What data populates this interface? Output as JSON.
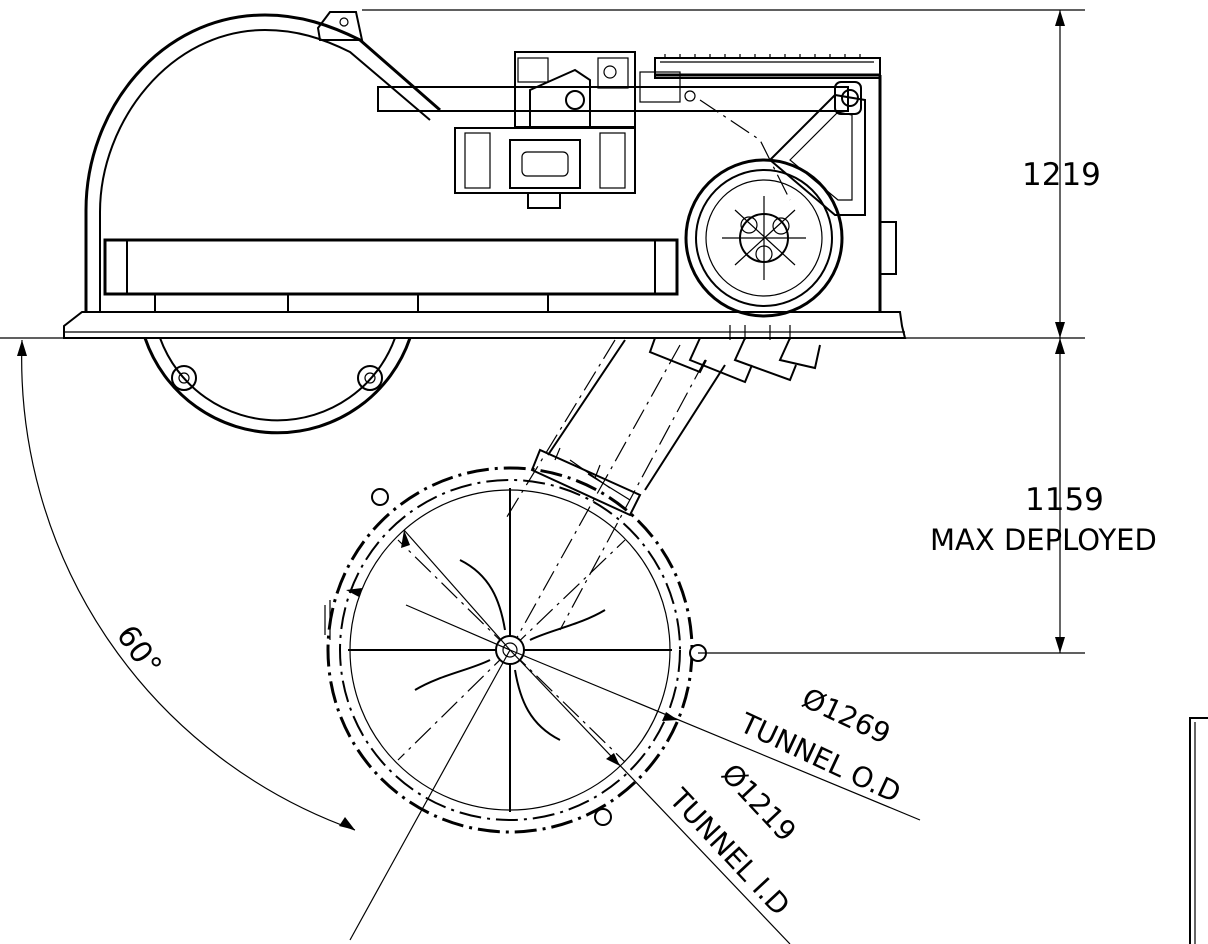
{
  "dimensions": {
    "height_above_hull": "1219",
    "deployed_depth_value": "1159",
    "deployed_depth_caption": "MAX DEPLOYED",
    "deploy_angle": "60°",
    "tunnel_od_value": "Ø1269",
    "tunnel_od_caption": "TUNNEL O.D",
    "tunnel_id_value": "Ø1219",
    "tunnel_id_caption": "TUNNEL I.D"
  }
}
